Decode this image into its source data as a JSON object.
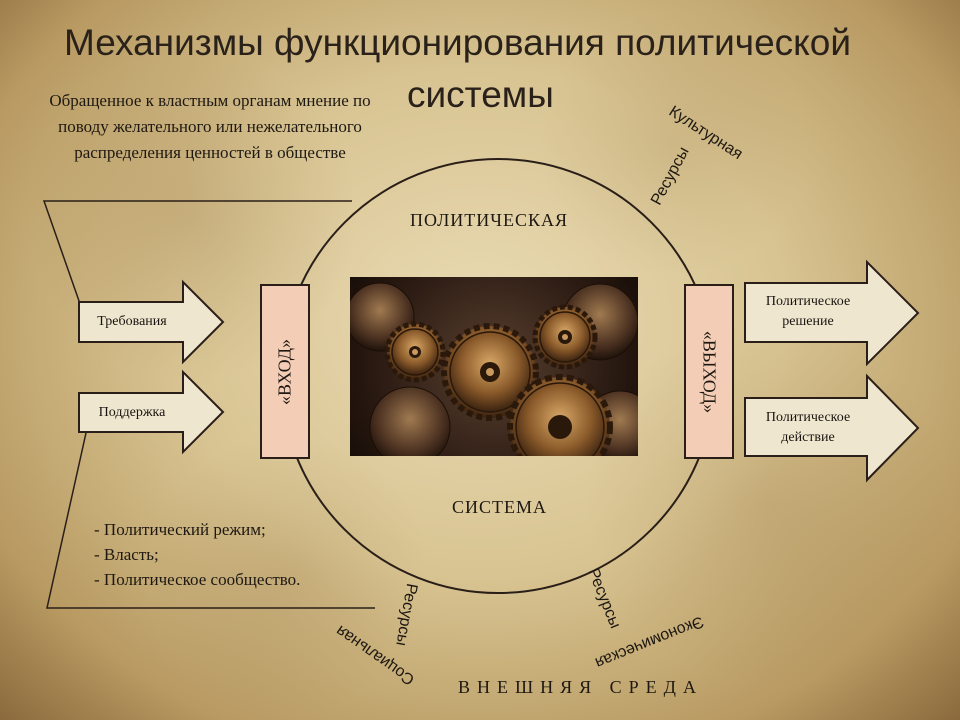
{
  "title": {
    "line1": "Механизмы функционирования политической",
    "line2": "системы"
  },
  "demand_note": "Обращенное к властным органам мнение по поводу желательного или нежелательного распределения ценностей в обществе",
  "arrows_in": [
    {
      "label": "Требования"
    },
    {
      "label": "Поддержка"
    }
  ],
  "arrows_out": [
    {
      "label_line1": "Политическое",
      "label_line2": "решение"
    },
    {
      "label_line1": "Политическое",
      "label_line2": "действие"
    }
  ],
  "gates": {
    "input": "«ВХОД»",
    "output": "«ВЫХОД»"
  },
  "circle": {
    "top_label": "ПОЛИТИЧЕСКАЯ",
    "bottom_label": "СИСТЕМА"
  },
  "support_objects": [
    "- Политический режим;",
    "- Власть;",
    "- Политическое сообщество."
  ],
  "resources": {
    "cultural": {
      "word1": "Ресурсы",
      "word2": "Культурная"
    },
    "social": {
      "word1": "Ресурсы",
      "word2": "Социальная"
    },
    "economic": {
      "word1": "Ресурсы",
      "word2": "Экономическая"
    }
  },
  "external_environment": "ВНЕШНЯЯ СРЕДА",
  "colors": {
    "gate_fill": "#f4cdb6",
    "line": "#2a1f18",
    "gears_image": "gears-photo"
  }
}
